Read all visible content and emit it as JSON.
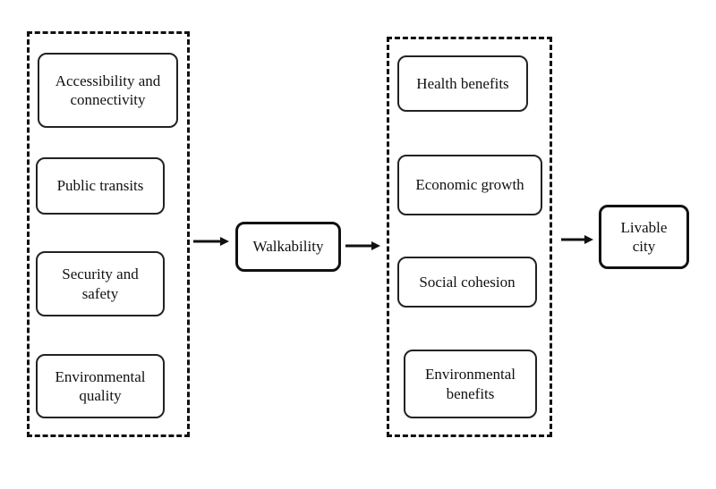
{
  "diagram": {
    "factors": [
      {
        "label": "Accessibility and\nconnectivity"
      },
      {
        "label": "Public transits"
      },
      {
        "label": "Security and\nsafety"
      },
      {
        "label": "Environmental\nquality"
      }
    ],
    "center": {
      "label": "Walkability"
    },
    "outcomes": [
      {
        "label": "Health benefits"
      },
      {
        "label": "Economic growth"
      },
      {
        "label": "Social cohesion"
      },
      {
        "label": "Environmental\nbenefits"
      }
    ],
    "result": {
      "label": "Livable\ncity"
    }
  }
}
